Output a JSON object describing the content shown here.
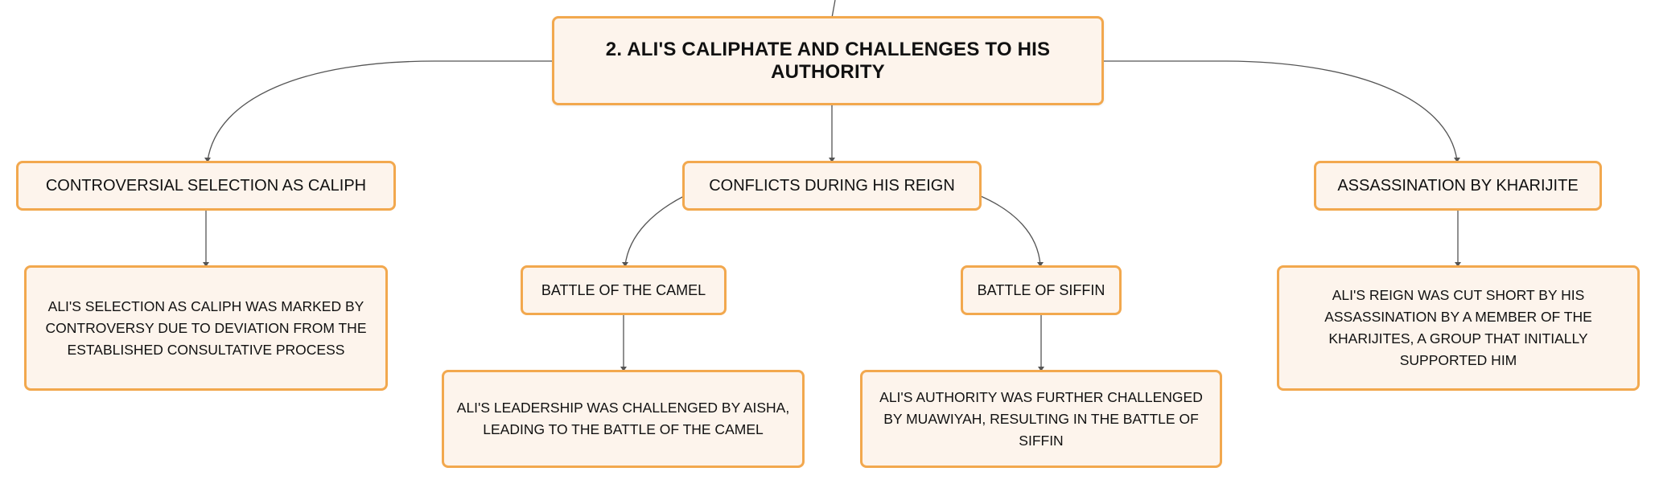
{
  "root": {
    "label": "2. ALI'S CALIPHATE AND CHALLENGES TO HIS AUTHORITY"
  },
  "branches": [
    {
      "label": "CONTROVERSIAL SELECTION AS CALIPH",
      "detail": "ALI'S SELECTION AS CALIPH WAS MARKED BY CONTROVERSY DUE TO DEVIATION FROM THE ESTABLISHED CONSULTATIVE PROCESS"
    },
    {
      "label": "CONFLICTS DURING HIS REIGN",
      "children": [
        {
          "label": "BATTLE OF THE CAMEL",
          "detail": "ALI'S LEADERSHIP WAS CHALLENGED BY AISHA, LEADING TO THE BATTLE OF THE CAMEL"
        },
        {
          "label": "BATTLE OF SIFFIN",
          "detail": "ALI'S AUTHORITY WAS FURTHER CHALLENGED BY MUAWIYAH, RESULTING IN THE BATTLE OF SIFFIN"
        }
      ]
    },
    {
      "label": "ASSASSINATION BY KHARIJITE",
      "detail": "ALI'S REIGN WAS CUT SHORT BY HIS ASSASSINATION BY A MEMBER OF THE KHARIJITES, A GROUP THAT INITIALLY SUPPORTED HIM"
    }
  ],
  "colors": {
    "node_fill": "#fdf4ec",
    "node_border": "#f2a84e",
    "connector": "#555555",
    "text": "#111111"
  }
}
